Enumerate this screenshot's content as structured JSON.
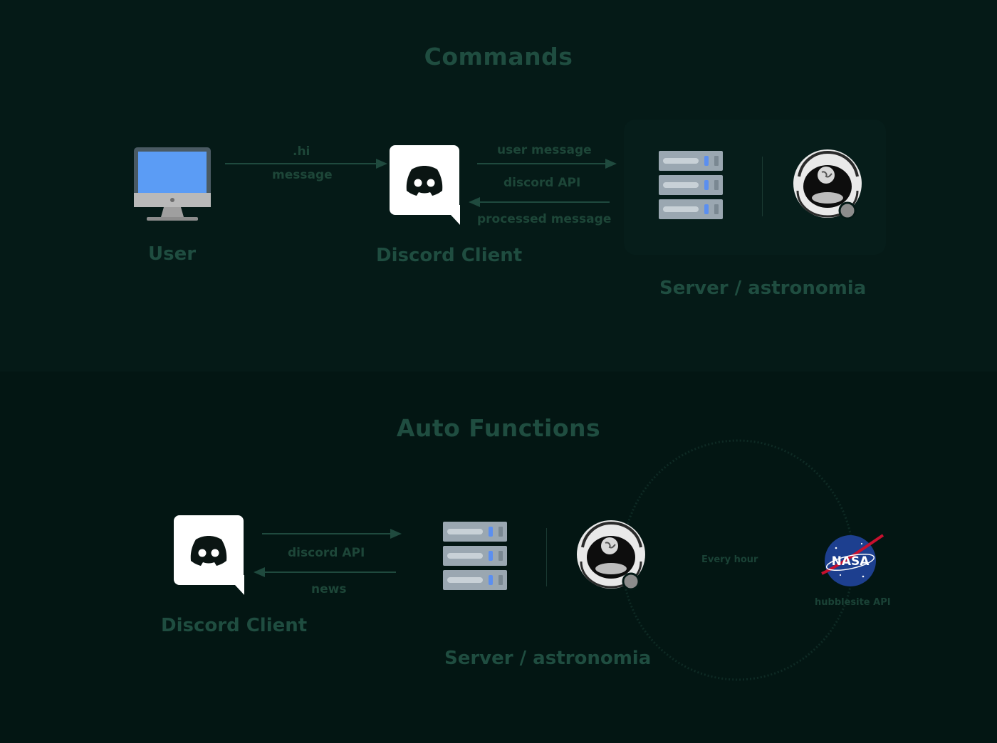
{
  "commands": {
    "title": "Commands",
    "user_label": "User",
    "arrow_user_to_client": {
      "line1": ".hi",
      "line2": "message"
    },
    "client_label": "Discord Client",
    "arrow_client_to_server": "user message",
    "arrow_middle": "discord API",
    "arrow_server_to_client": "processed message",
    "server_label": "Server / astronomia"
  },
  "auto": {
    "title": "Auto Functions",
    "client_label": "Discord Client",
    "arrow_top": "discord API",
    "arrow_bottom": "news",
    "server_label": "Server / astronomia",
    "cycle_label": "Every hour",
    "nasa_logo_text": "NASA",
    "api_label": "hubblesite API"
  },
  "colors": {
    "background": "#041916",
    "text": "#1f4d40",
    "arrow": "#1f4a3e",
    "monitor_screen": "#5b9cf5",
    "nasa_blue": "#1d3f8f"
  }
}
